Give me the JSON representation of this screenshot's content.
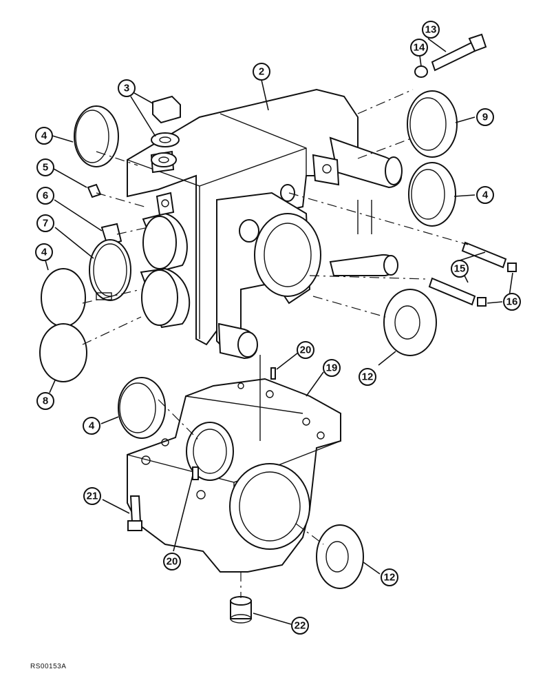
{
  "figure_code": "RS00153A",
  "callouts": [
    {
      "id": "c2",
      "label": "2"
    },
    {
      "id": "c3",
      "label": "3"
    },
    {
      "id": "c4a",
      "label": "4"
    },
    {
      "id": "c4b",
      "label": "4"
    },
    {
      "id": "c4c",
      "label": "4"
    },
    {
      "id": "c4d",
      "label": "4"
    },
    {
      "id": "c5",
      "label": "5"
    },
    {
      "id": "c6",
      "label": "6"
    },
    {
      "id": "c7",
      "label": "7"
    },
    {
      "id": "c8",
      "label": "8"
    },
    {
      "id": "c9",
      "label": "9"
    },
    {
      "id": "c12a",
      "label": "12"
    },
    {
      "id": "c12b",
      "label": "12"
    },
    {
      "id": "c13",
      "label": "13"
    },
    {
      "id": "c14",
      "label": "14"
    },
    {
      "id": "c15",
      "label": "15"
    },
    {
      "id": "c16",
      "label": "16"
    },
    {
      "id": "c19",
      "label": "19"
    },
    {
      "id": "c20a",
      "label": "20"
    },
    {
      "id": "c20b",
      "label": "20"
    },
    {
      "id": "c21",
      "label": "21"
    },
    {
      "id": "c22",
      "label": "22"
    }
  ]
}
